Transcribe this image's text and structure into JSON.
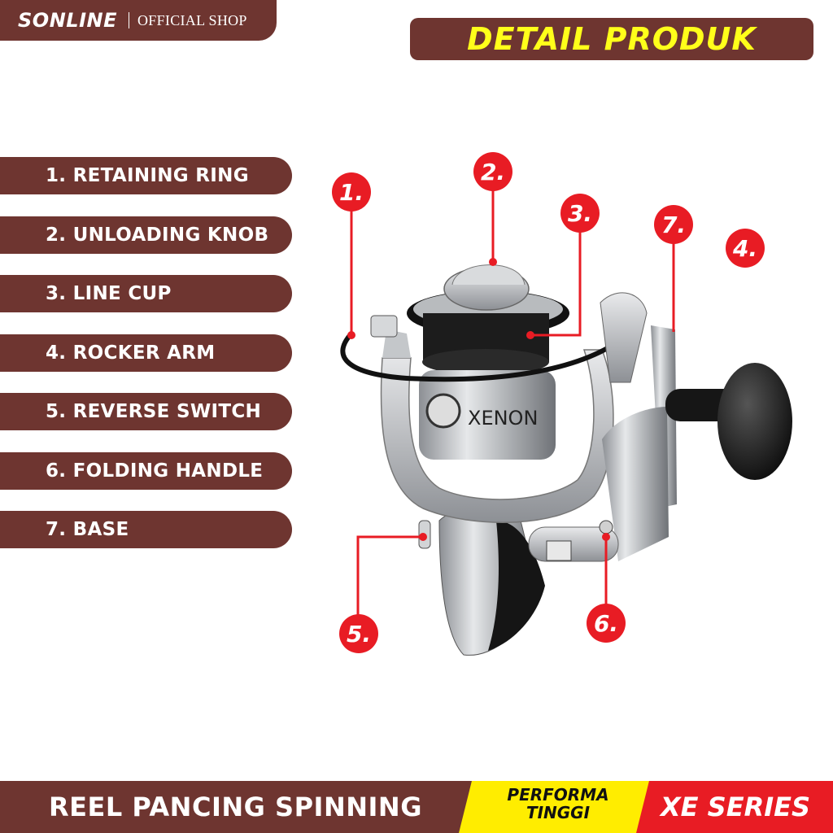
{
  "brand": {
    "name": "SONLINE",
    "tagline": "OFFICIAL SHOP"
  },
  "header": {
    "title": "DETAIL PRODUK"
  },
  "parts": [
    {
      "label": "1. RETAINING RING"
    },
    {
      "label": "2. UNLOADING KNOB"
    },
    {
      "label": "3. LINE CUP"
    },
    {
      "label": "4. ROCKER ARM"
    },
    {
      "label": "5. REVERSE SWITCH"
    },
    {
      "label": "6. FOLDING HANDLE"
    },
    {
      "label": "7. BASE"
    }
  ],
  "callouts": [
    "1.",
    "2.",
    "3.",
    "4.",
    "5.",
    "6.",
    "7."
  ],
  "product": {
    "logo_text": "XENON"
  },
  "footer": {
    "title": "REEL PANCING SPINNING",
    "badge_line1": "PERFORMA",
    "badge_line2": "TINGGI",
    "series": "XE SERIES"
  },
  "colors": {
    "bar": "#6e3530",
    "accent_yellow": "#ffed00",
    "accent_red": "#e81c24",
    "callout": "#e81c24"
  }
}
